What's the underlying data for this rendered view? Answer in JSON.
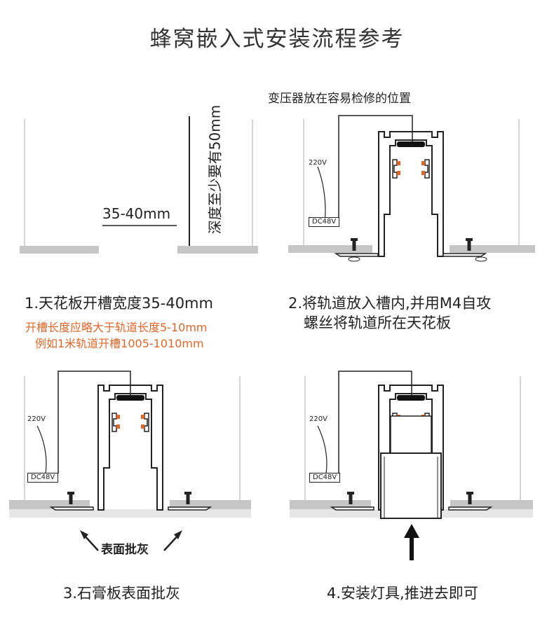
{
  "title": "蜂窝嵌入式安装流程参考",
  "step1": {
    "width_label": "35-40mm",
    "depth_label": "深度至少要有50mm",
    "caption": "1.天花板开槽宽度35-40mm",
    "note_line1": "开槽长度应略大于轨道长度5-10mm",
    "note_line2": "例如1米轨道开槽1005-1010mm"
  },
  "step2": {
    "transformer_note": "变压器放在容易检修的位置",
    "caption_line1": "2.将轨道放入槽内,并用M4自攻",
    "caption_line2": "螺丝将轨道所在天花板"
  },
  "step3": {
    "putty_label": "表面批灰",
    "caption": "3.石膏板表面批灰"
  },
  "step4": {
    "caption": "4.安装灯具,推进去即可"
  },
  "labels": {
    "voltage_in": "220V",
    "voltage_out": "DC48V"
  },
  "colors": {
    "ceiling": "#c6c6c6",
    "accent": "#e0672a",
    "line": "#222222",
    "putty": "#e6e6e6"
  }
}
